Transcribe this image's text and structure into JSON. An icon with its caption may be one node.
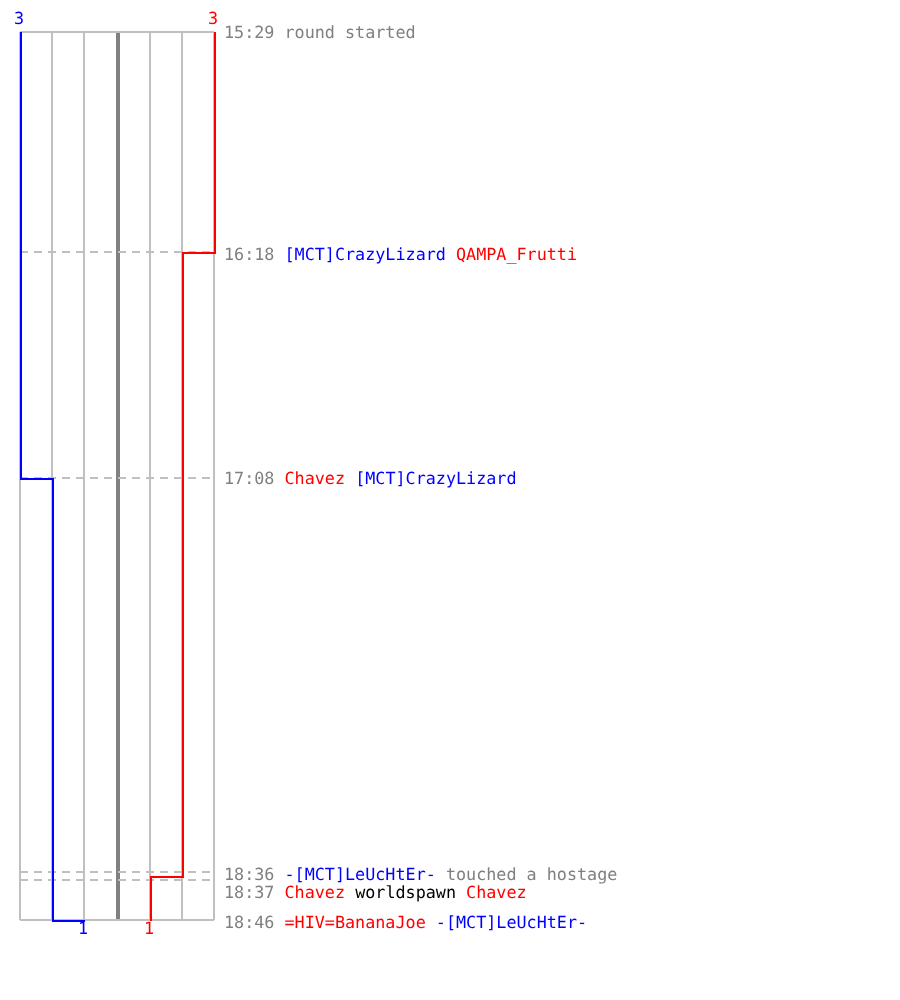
{
  "diagram": {
    "labels": [
      "3",
      "3",
      "15:29",
      "round started",
      "16:18",
      "[MCT]CrazyLizard",
      "QAMPA_Frutti",
      "17:08",
      "Chavez",
      "[MCT]CrazyLizard",
      "18:36",
      "-[MCT]LeUcHtEr-",
      "touched a hostage",
      "18:37",
      "Chavez",
      "worldspawn",
      "Chavez",
      "1",
      "1",
      "18:46",
      "=HIV=BananaJoe",
      "-[MCT]LeUcHtEr-"
    ]
  }
}
